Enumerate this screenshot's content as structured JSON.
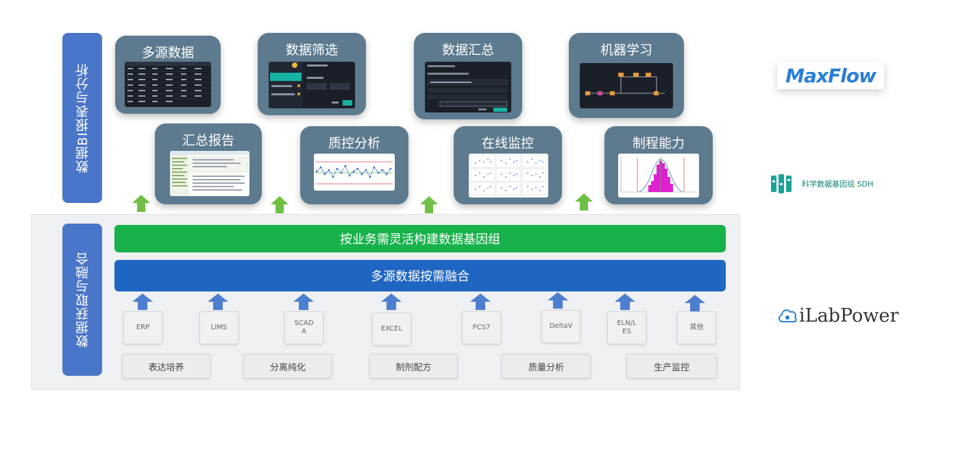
{
  "sections": {
    "top_label": "数据BI报表与分析",
    "bottom_label": "数据获取与融合"
  },
  "cards": [
    {
      "title": "多源数据"
    },
    {
      "title": "数据筛选"
    },
    {
      "title": "数据汇总"
    },
    {
      "title": "机器学习"
    },
    {
      "title": "汇总报告"
    },
    {
      "title": "质控分析"
    },
    {
      "title": "在线监控"
    },
    {
      "title": "制程能力"
    }
  ],
  "bars": {
    "genome": "按业务需灵活构建数据基因组",
    "fusion": "多源数据按需融合"
  },
  "sources": [
    "ERP",
    "LIMS",
    "SCAD\nA",
    "EXCEL",
    "PCS7",
    "DeltaV",
    "ELN/L\nES",
    "其他"
  ],
  "processes": [
    "表达培养",
    "分离纯化",
    "制剂配方",
    "质量分析",
    "生产监控"
  ],
  "logos": {
    "maxflow": "MaxFlow",
    "sdh": "科学数据基因组 SDH",
    "ilabpower": "iLabPower"
  },
  "colors": {
    "section_label": "#4a76c9",
    "card": "#5d7a8e",
    "green_bar": "#17b24a",
    "blue_bar": "#1f66c2",
    "arrow_green": "#6fbf44",
    "arrow_blue": "#4d7fd0",
    "maxflow_bg": "#ffffff",
    "sdh_teal": "#1aa39a"
  },
  "icons": [
    "up-arrow-icon",
    "cloud-flask-icon",
    "sdh-logo-icon"
  ]
}
